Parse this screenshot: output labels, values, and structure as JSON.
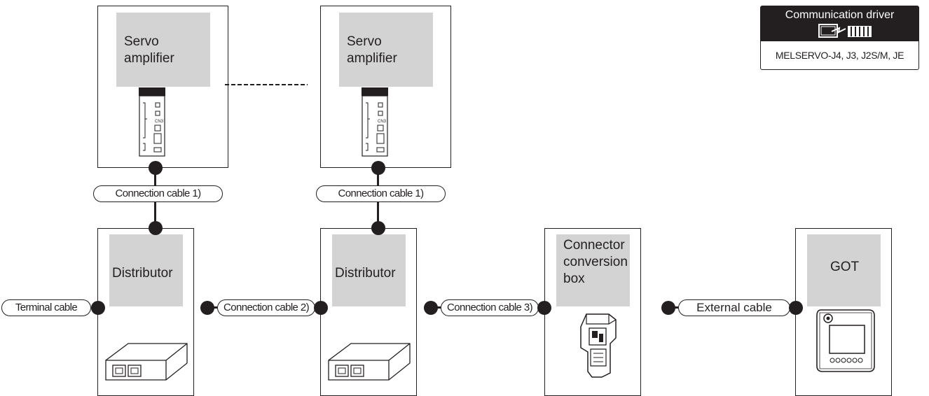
{
  "legend": {
    "title": "Communication driver",
    "driver": "MELSERVO-J4, J3, J2S/M, JE",
    "icon": "driver-icon"
  },
  "servo_1": {
    "label": "Servo\namplifier",
    "icon": "servo-amplifier-icon"
  },
  "servo_2": {
    "label": "Servo\namplifier",
    "icon": "servo-amplifier-icon"
  },
  "distributor_1": {
    "label": "Distributor",
    "icon": "distributor-icon"
  },
  "distributor_2": {
    "label": "Distributor",
    "icon": "distributor-icon"
  },
  "converter": {
    "label": "Connector\nconversion\nbox",
    "icon": "connector-conversion-box-icon"
  },
  "got": {
    "label": "GOT",
    "icon": "got-icon"
  },
  "cables": {
    "connection_1a": "Connection cable 1)",
    "connection_1b": "Connection cable 1)",
    "terminal": "Terminal cable",
    "connection_2": "Connection cable 2)",
    "connection_3": "Connection cable 3)",
    "external": "External cable"
  },
  "colors": {
    "line": "#231f20",
    "label_bg": "#d3d3d3"
  }
}
